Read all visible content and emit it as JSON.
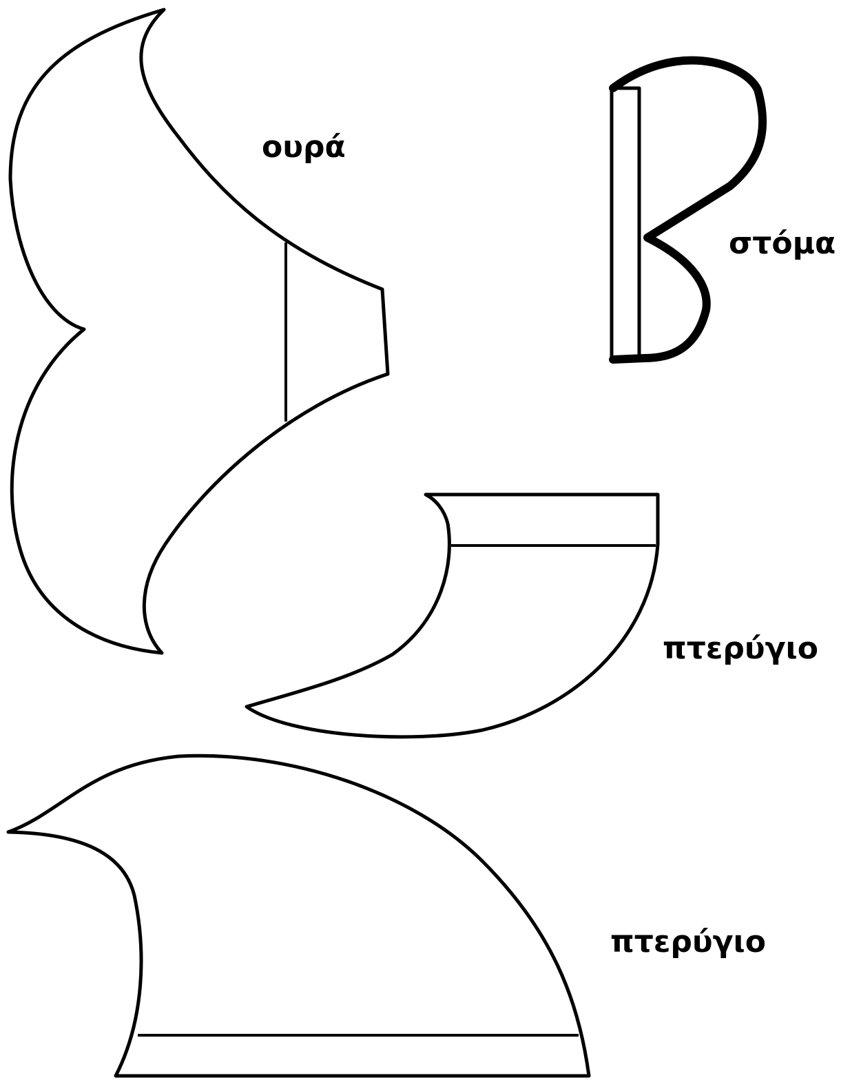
{
  "labels": {
    "tail": "ουρά",
    "mouth": "στόμα",
    "fin_upper": "πτερύγιο",
    "fin_lower": "πτερύγιο"
  },
  "colors": {
    "stroke": "#000000",
    "background": "#ffffff"
  }
}
